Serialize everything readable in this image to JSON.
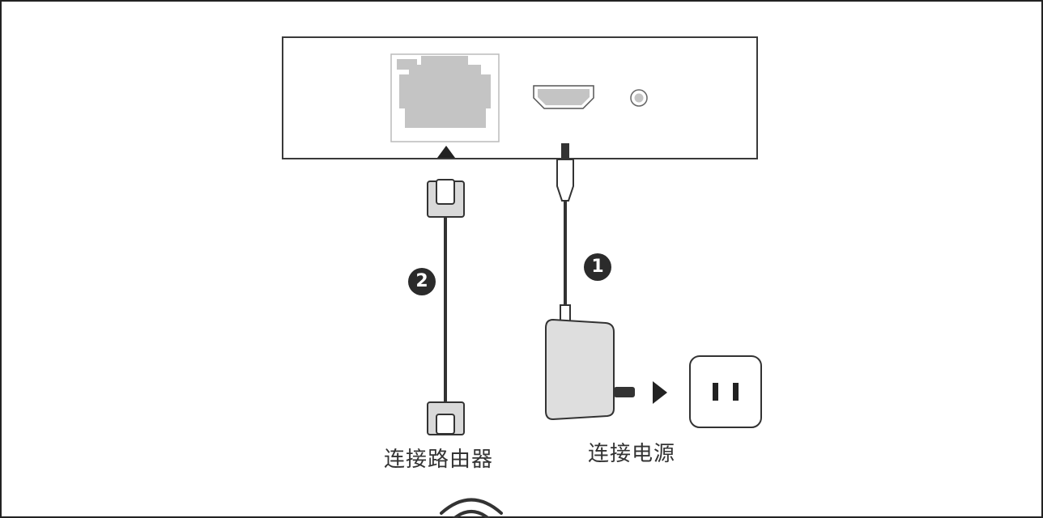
{
  "steps": [
    {
      "number": "2",
      "label": "连接路由器"
    },
    {
      "number": "1",
      "label": "连接电源"
    }
  ],
  "colors": {
    "outline": "#3a3a3a",
    "port_fill": "#c4c4c4",
    "adapter_fill": "#dedede",
    "badge": "#2b2b2b"
  },
  "icons": [
    "ethernet-port-icon",
    "hdmi-port-icon",
    "dc-power-jack-icon",
    "rj45-plug-icon",
    "dc-plug-icon",
    "power-adapter-icon",
    "wall-outlet-icon",
    "wifi-icon"
  ]
}
